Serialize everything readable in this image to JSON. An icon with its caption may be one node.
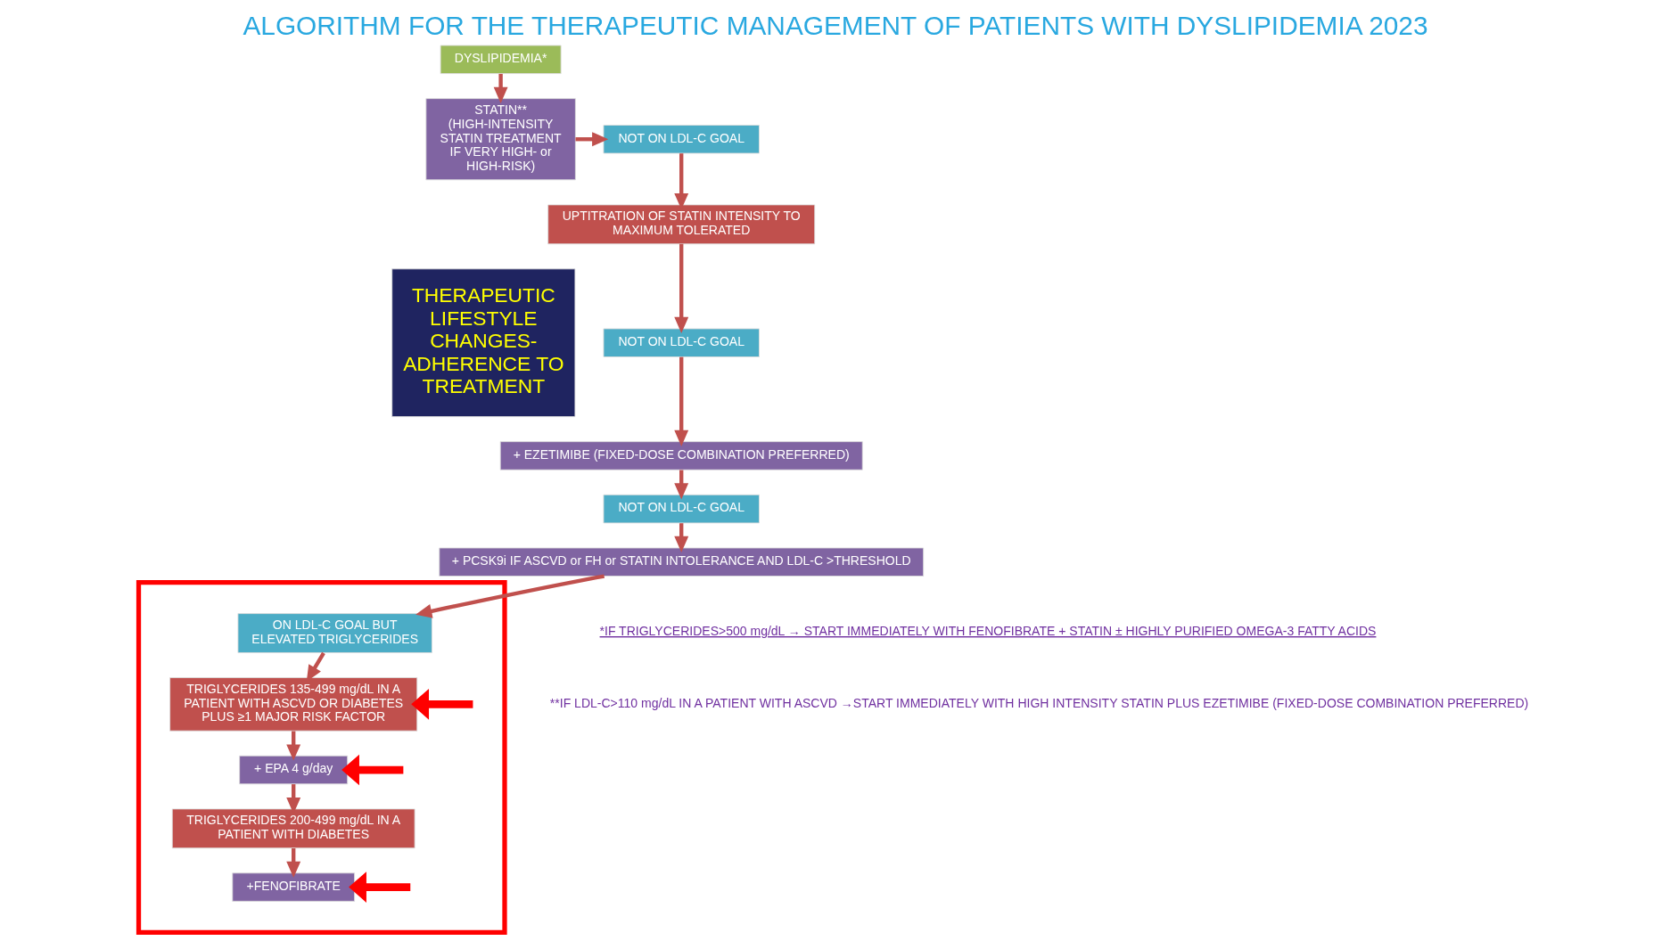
{
  "diagram": {
    "title": "ALGORITHM FOR THE THERAPEUTIC MANAGEMENT OF PATIENTS WITH DYSLIPIDEMIA 2023",
    "nodes": [
      {
        "text": [
          "THERAPEUTIC LIFESTYLE CHANGES- ADHERENCE TO TREATMENT"
        ]
      },
      {
        "text": [
          "DYSLIPIDEMIA*"
        ]
      },
      {
        "text": [
          "STATIN** (HIGH-INTENSITY STATIN TREATMENT IF VERY HIGH- or HIGH-RISK)"
        ]
      },
      {
        "text": [
          "NOT ON LDL-C GOAL"
        ]
      },
      {
        "text": [
          "UPTITRATION OF STATIN INTENSITY TO MAXIMUM TOLERATED"
        ]
      },
      {
        "text": [
          "NOT ON LDL-C GOAL"
        ]
      },
      {
        "text": [
          "+ EZETIMIBE (FIXED-DOSE COMBINATION PREFERRED)"
        ]
      },
      {
        "text": [
          "NOT ON LDL-C GOAL"
        ]
      },
      {
        "text": [
          "+ PCSK9i IF ASCVD or FH or STATIN INTOLERANCE AND LDL-C >THRESHOLD"
        ]
      },
      {
        "text": [],
        "shape": "box"
      },
      {
        "text": [
          "ON LDL-C GOAL BUT ELEVATED TRIGLYCERIDES"
        ],
        "in": 9
      },
      {
        "text": [
          "TRIGLYCERIDES 135-499 mg/dL IN A PATIENT WITH ASCVD OR DIABETES PLUS ≥1 MAJOR RISK FACTOR"
        ],
        "in": 9
      },
      {
        "text": [
          "+ EPA 4 g/day"
        ],
        "in": 9
      },
      {
        "text": [
          "TRIGLYCERIDES 200-499 mg/dL IN A PATIENT WITH DIABETES"
        ],
        "in": 9
      },
      {
        "text": [
          "+FENOFIBRATE"
        ],
        "in": 9
      }
    ],
    "edges": [
      {
        "from": 1,
        "to": 2,
        "arrow": "to"
      },
      {
        "from": 2,
        "to": 3,
        "arrow": "to"
      },
      {
        "from": 3,
        "to": 4,
        "arrow": "to"
      },
      {
        "from": 4,
        "to": 5,
        "arrow": "to"
      },
      {
        "from": 5,
        "to": 6,
        "arrow": "to"
      },
      {
        "from": 6,
        "to": 7,
        "arrow": "to"
      },
      {
        "from": 7,
        "to": 8,
        "arrow": "to"
      },
      {
        "from": 8,
        "to": 10,
        "arrow": "to"
      },
      {
        "from": 10,
        "to": 11,
        "arrow": "to"
      },
      {
        "from": 11,
        "to": 12,
        "arrow": "to"
      },
      {
        "from": 12,
        "to": 13,
        "arrow": "to"
      },
      {
        "from": 13,
        "to": 14,
        "arrow": "to"
      },
      {
        "from": null,
        "to": 11,
        "arrow": "to",
        "style": "thick",
        "color": "#ff0000"
      },
      {
        "from": null,
        "to": 12,
        "arrow": "to",
        "style": "thick",
        "color": "#ff0000"
      },
      {
        "from": null,
        "to": 14,
        "arrow": "to",
        "style": "thick",
        "color": "#ff0000"
      }
    ],
    "labels": [
      "*IF TRIGLYCERIDES>500 mg/dL → START IMMEDIATELY WITH FENOFIBRATE + STATIN ± HIGHLY PURIFIED OMEGA-3 FATTY ACIDS",
      "**IF LDL-C>110 mg/dL IN A PATIENT WITH ASCVD →START IMMEDIATELY WITH HIGH INTENSITY STATIN PLUS EZETIMIBE (FIXED-DOSE COMBINATION PREFERRED)"
    ]
  }
}
